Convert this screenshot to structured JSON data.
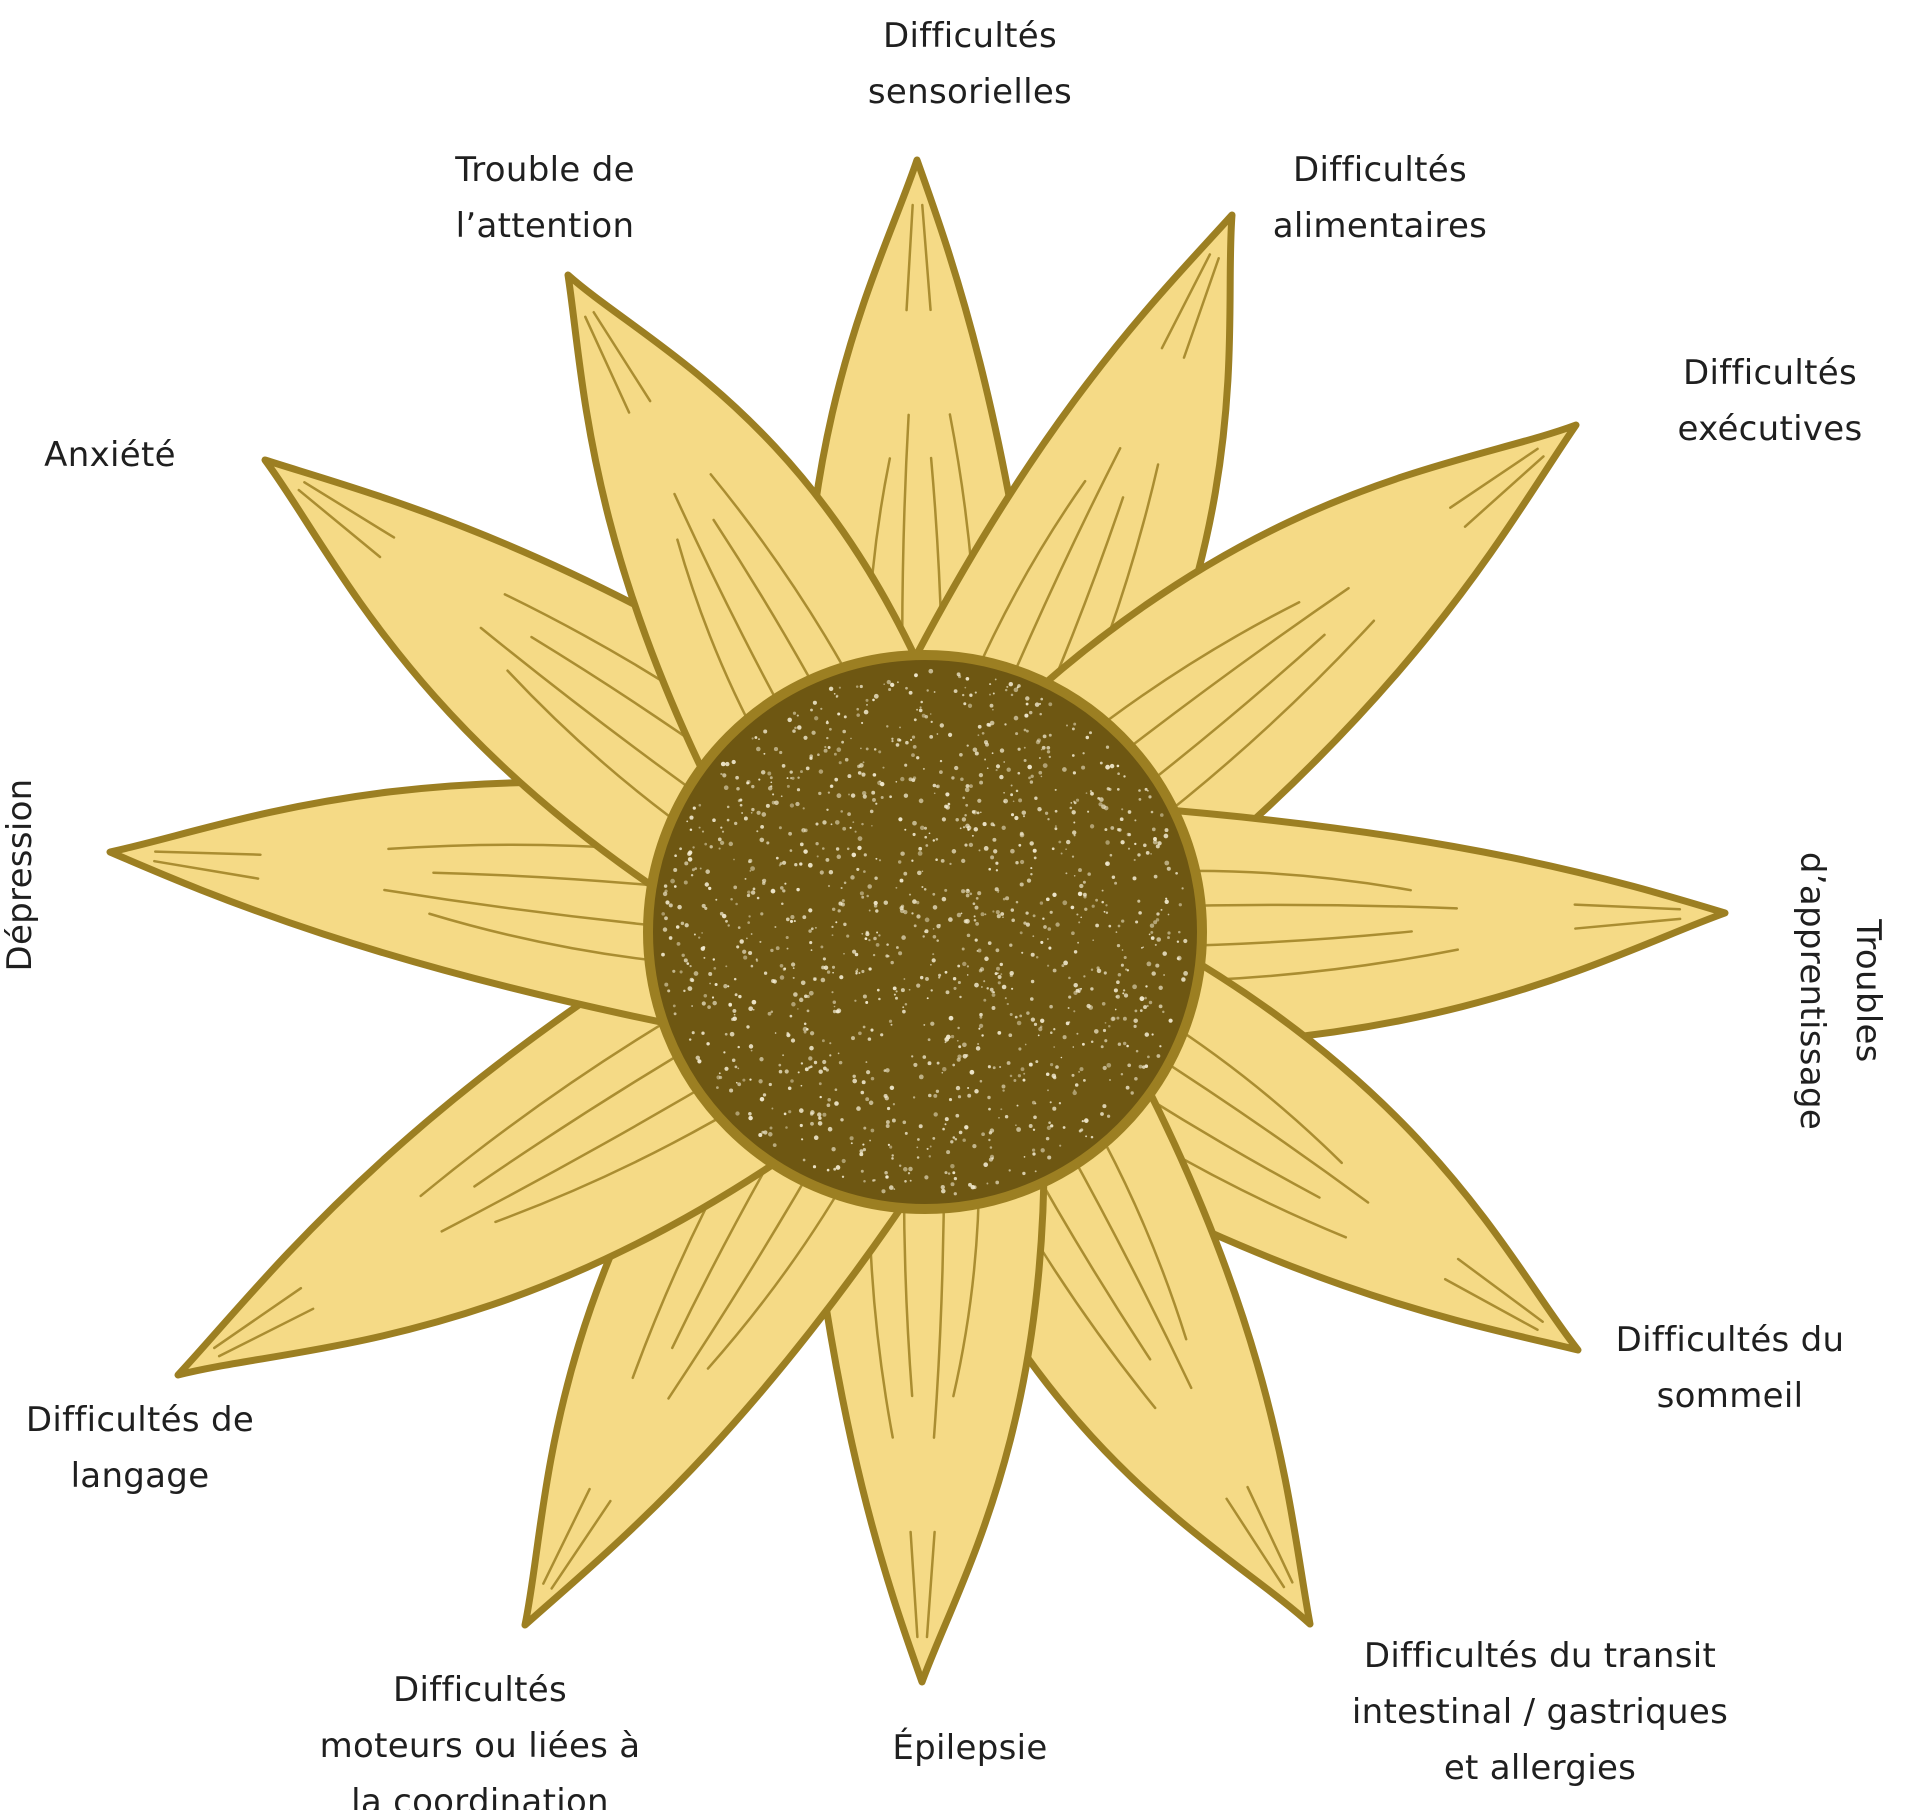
{
  "colors": {
    "petal_fill": "#f5da86",
    "petal_stroke": "#9c7f22",
    "center_fill": "#6e5712",
    "center_stroke": "#9c7f22",
    "center_dots": "#f3ecd2",
    "text": "#1f1f1f"
  },
  "labels": {
    "sensorielles": {
      "line1": "Difficultés",
      "line2": "sensorielles"
    },
    "alimentaires": {
      "line1": "Difficultés",
      "line2": "alimentaires"
    },
    "executives": {
      "line1": "Difficultés",
      "line2": "exécutives"
    },
    "apprentissage": {
      "line1": "Troubles",
      "line2": "d’apprentissage"
    },
    "sommeil": {
      "line1": "Difficultés du",
      "line2": "sommeil"
    },
    "transit": {
      "line1": "Difficultés du transit",
      "line2": "intestinal / gastriques",
      "line3": "et allergies"
    },
    "epilepsie": {
      "line1": "Épilepsie"
    },
    "moteurs": {
      "line1": "Difficultés",
      "line2": "moteurs ou liées à",
      "line3": "la coordination"
    },
    "langage": {
      "line1": "Difficultés de",
      "line2": "langage"
    },
    "depression": {
      "line1": "Dépression"
    },
    "anxiete": {
      "line1": "Anxiété"
    },
    "attention": {
      "line1": "Trouble de",
      "line2": "l’attention"
    }
  }
}
